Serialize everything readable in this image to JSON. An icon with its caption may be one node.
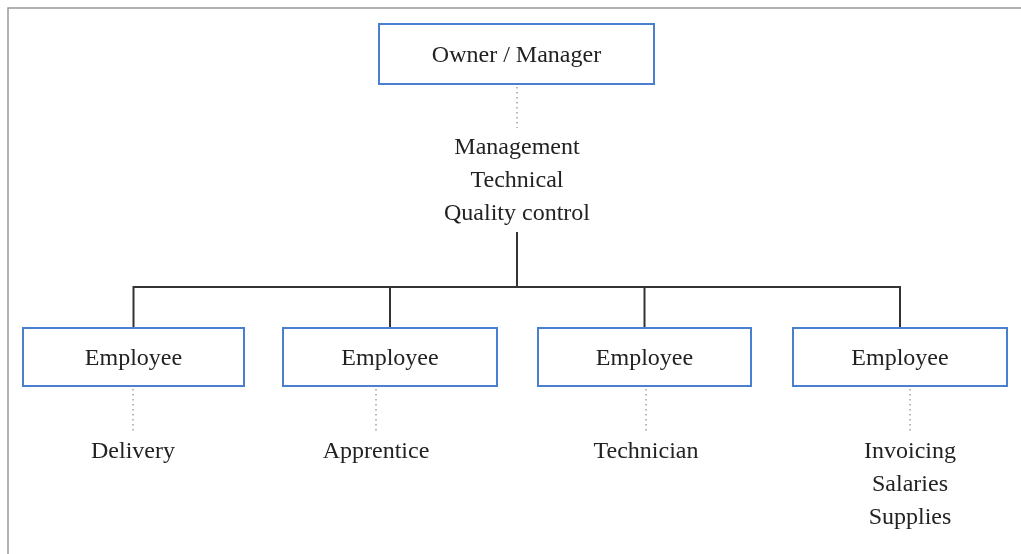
{
  "diagram": {
    "nodes": [
      {
        "text": [
          "Owner / Manager"
        ]
      },
      {
        "text": [
          "Management",
          "Technical",
          "Quality control"
        ]
      },
      {
        "text": [
          "Employee"
        ]
      },
      {
        "text": [
          "Employee"
        ]
      },
      {
        "text": [
          "Employee"
        ]
      },
      {
        "text": [
          "Employee"
        ]
      },
      {
        "text": [
          "Delivery"
        ]
      },
      {
        "text": [
          "Apprentice"
        ]
      },
      {
        "text": [
          "Technician"
        ]
      },
      {
        "text": [
          "Invoicing",
          "Salaries",
          "Supplies"
        ]
      }
    ],
    "edges": [
      {
        "from": 0,
        "to": 1,
        "arrow": "none",
        "style": "dashed"
      },
      {
        "from": 1,
        "to": 2,
        "arrow": "none"
      },
      {
        "from": 1,
        "to": 3,
        "arrow": "none"
      },
      {
        "from": 1,
        "to": 4,
        "arrow": "none"
      },
      {
        "from": 1,
        "to": 5,
        "arrow": "none"
      },
      {
        "from": 2,
        "to": 6,
        "arrow": "none",
        "style": "dashed"
      },
      {
        "from": 3,
        "to": 7,
        "arrow": "none",
        "style": "dashed"
      },
      {
        "from": 4,
        "to": 8,
        "arrow": "none",
        "style": "dashed"
      },
      {
        "from": 5,
        "to": 9,
        "arrow": "none",
        "style": "dashed"
      }
    ]
  }
}
